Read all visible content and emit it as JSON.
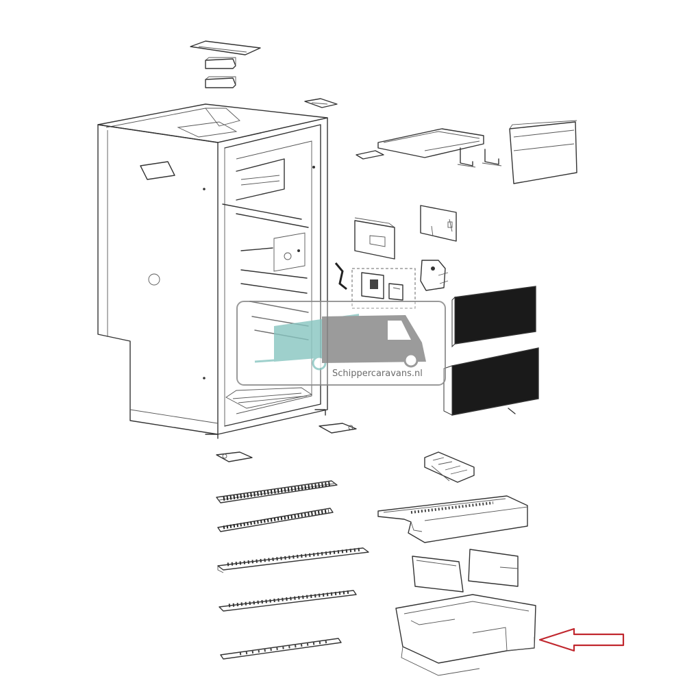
{
  "diagram": {
    "type": "exploded-parts-view",
    "parts": [
      "top-plate",
      "top-block-upper",
      "top-block-lower",
      "top-hinge",
      "fridge-cabinet",
      "cooling-unit-cover",
      "cover-brackets",
      "back-panel",
      "control-bracket",
      "control-box",
      "thermostat-assembly",
      "wire",
      "switch-module",
      "ventilation-grille-upper",
      "ventilation-grille-lower",
      "bottom-hinge",
      "door-stop",
      "ice-tray",
      "freezer-compartment",
      "shelf-1",
      "shelf-2",
      "shelf-3",
      "shelf-4",
      "shelf-5",
      "crisper-cover-left",
      "crisper-cover-right",
      "crisper-drawer"
    ],
    "highlighted_part": "crisper-drawer",
    "arrow_color": "#c0262d"
  },
  "watermark": {
    "text": "Schippercaravans.nl",
    "caravan_color": "#8ec8c4",
    "motorhome_color": "#8a8a8a"
  }
}
